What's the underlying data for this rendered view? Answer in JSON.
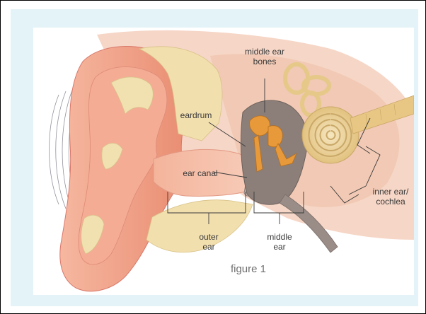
{
  "labels": {
    "middle_ear_bones_line1": "middle ear",
    "middle_ear_bones_line2": "bones",
    "eardrum": "eardrum",
    "ear_canal": "ear canal",
    "inner_ear_line1": "inner ear/",
    "inner_ear_line2": "cochlea",
    "outer_ear_line1": "outer",
    "outer_ear_line2": "ear",
    "middle_ear_line1": "middle",
    "middle_ear_line2": "ear"
  },
  "caption": "figure 1",
  "colors": {
    "border": "#000000",
    "panel": "#e4f3f8",
    "skin": "#f0a48c",
    "skin_light": "#f8cdb9",
    "bone": "#f2dfae",
    "cavity_gray": "#8c7f79",
    "ossicle_orange": "#e89a3a",
    "cochlea": "#ecd59e",
    "label_text": "#3a3a3a",
    "caption_text": "#6f6f6f"
  }
}
